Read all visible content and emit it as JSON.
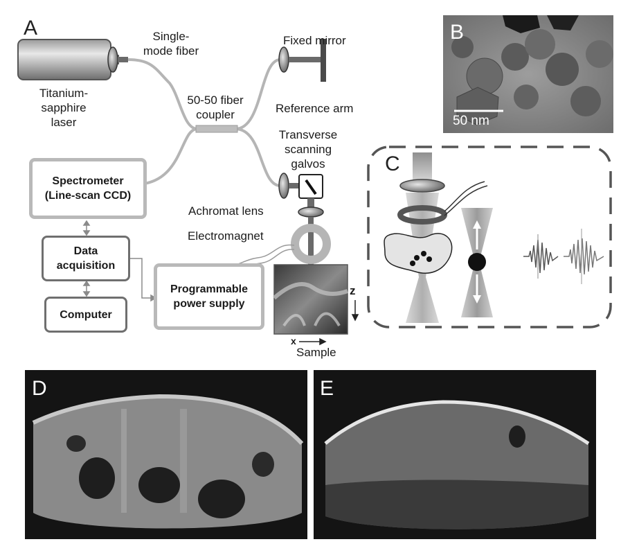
{
  "panels": {
    "a": "A",
    "b": "B",
    "c": "C",
    "d": "D",
    "e": "E"
  },
  "labels": {
    "laser_line1": "Titanium-",
    "laser_line2": "sapphire",
    "laser_line3": "laser",
    "fiber_line1": "Single-",
    "fiber_line2": "mode fiber",
    "fixed_mirror": "Fixed mirror",
    "coupler_line1": "50-50 fiber",
    "coupler_line2": "coupler",
    "reference_arm": "Reference arm",
    "galvos_line1": "Transverse",
    "galvos_line2": "scanning",
    "galvos_line3": "galvos",
    "achromat": "Achromat lens",
    "electromagnet": "Electromagnet",
    "axis_z": "z",
    "axis_x": "x",
    "sample": "Sample",
    "scale_bar": "50 nm"
  },
  "boxes": {
    "spectrometer_line1": "Spectrometer",
    "spectrometer_line2": "(Line-scan CCD)",
    "daq_line1": "Data",
    "daq_line2": "acquisition",
    "computer": "Computer",
    "power_line1": "Programmable",
    "power_line2": "power supply"
  },
  "colors": {
    "fiber": "#b5b5b5",
    "box_border_light": "#b9b9b9",
    "box_border_dark": "#6f6f6f",
    "image_background": "#141414"
  }
}
